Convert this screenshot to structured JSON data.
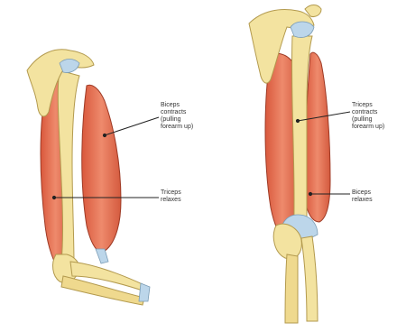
{
  "labels": {
    "left_biceps": "Biceps\ncontracts\n(pulling\nforearm up)",
    "left_triceps": "Triceps\nrelaxes",
    "right_triceps": "Triceps\ncontracts\n(pulling\nforearm up)",
    "right_biceps": "Biceps\nrelaxes"
  },
  "colors": {
    "bone": "#f3e3a0",
    "bone_stroke": "#b39a4e",
    "cartilage": "#bcd6ea",
    "muscle": "#e0684a",
    "muscle_light": "#ee8a6c",
    "muscle_stroke": "#9e3a25",
    "leader_line": "#222222"
  }
}
